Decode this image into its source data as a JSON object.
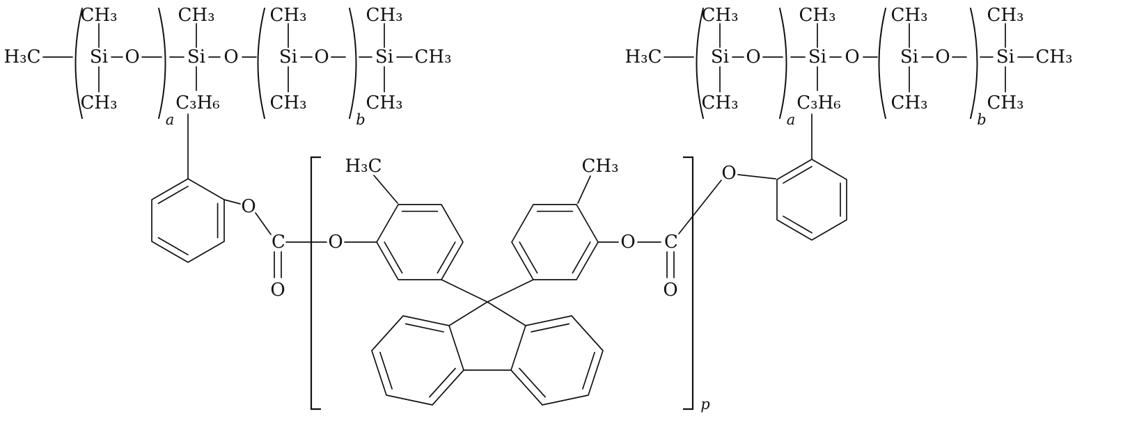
{
  "background": "#ffffff",
  "ink_color": "#111111",
  "molecule": {
    "left_chain": {
      "start_methyl": "H₃C",
      "block_a": {
        "top_methyl": "CH₃",
        "si": "Si",
        "o": "O",
        "bottom_methyl": "CH₃",
        "subscript": "a"
      },
      "mid": {
        "top_methyl": "CH₃",
        "si": "Si",
        "o": "O",
        "propyl": "C₃H₆"
      },
      "block_b": {
        "top_methyl": "CH₃",
        "si": "Si",
        "o": "O",
        "bottom_methyl": "CH₃",
        "subscript": "b"
      },
      "end": {
        "top_methyl": "CH₃",
        "si": "Si",
        "bottom_methyl": "CH₃",
        "terminal_methyl": "CH₃"
      }
    },
    "right_chain": {
      "start_methyl": "H₃C",
      "block_a": {
        "top_methyl": "CH₃",
        "si": "Si",
        "o": "O",
        "bottom_methyl": "CH₃",
        "subscript": "a"
      },
      "mid": {
        "top_methyl": "CH₃",
        "si": "Si",
        "o": "O",
        "propyl": "C₃H₆"
      },
      "block_b": {
        "top_methyl": "CH₃",
        "si": "Si",
        "o": "O",
        "bottom_methyl": "CH₃",
        "subscript": "b"
      },
      "end": {
        "top_methyl": "CH₃",
        "si": "Si",
        "bottom_methyl": "CH₃",
        "terminal_methyl": "CH₃"
      }
    },
    "core": {
      "left_carbonate": {
        "ester_o": "O",
        "carbonyl_c": "C",
        "carbonyl_o": "O"
      },
      "repeat_o": "O",
      "ring1_methyl": "H₃C",
      "ring2_methyl": "CH₃",
      "right_carbonate": {
        "ester_o": "O",
        "carbonyl_c": "C",
        "carbonyl_o": "O"
      },
      "subscript_p": "p",
      "terminal_o": "O"
    }
  }
}
